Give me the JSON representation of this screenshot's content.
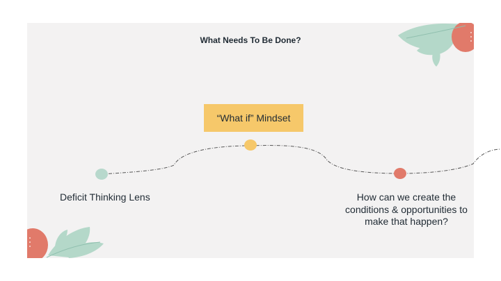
{
  "slide": {
    "title": "What Needs To Be Done?",
    "box_label": "“What if” Mindset",
    "left_label": "Deficit Thinking Lens",
    "right_label": "How can we create the conditions & opportunities to make that happen?"
  },
  "colors": {
    "page_bg": "#ffffff",
    "slide_bg": "#f3f2f2",
    "box_fill": "#f6c86a",
    "dot_left": "#b7d8cc",
    "dot_mid": "#f6c86a",
    "dot_right": "#e17a6a",
    "leaf_green": "#b4d8c9",
    "leaf_coral": "#e17a6a",
    "text": "#1f2a33"
  },
  "icons": [
    "leaf-decoration-icon"
  ]
}
